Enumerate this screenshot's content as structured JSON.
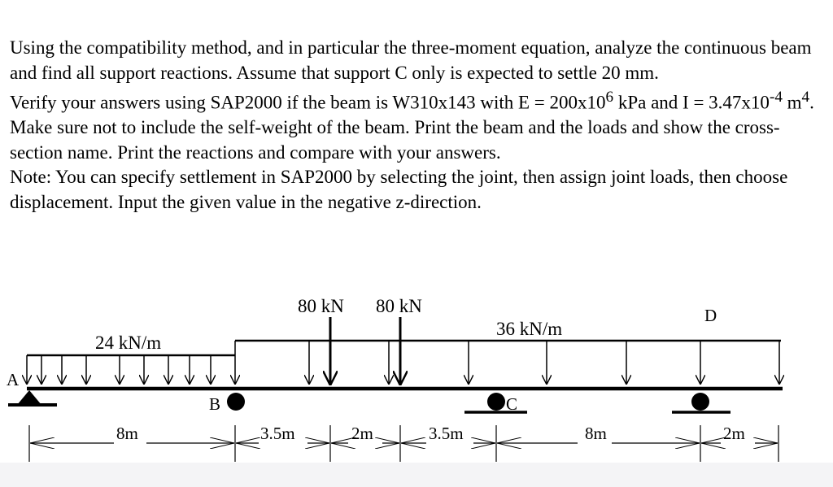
{
  "problem": {
    "paragraph1": "Using the compatibility method, and in particular the three-moment equation, analyze the continuous beam and find all support reactions.  Assume that support C only is expected to settle 20 mm.",
    "paragraph2": {
      "before_e": "Verify your answers using SAP2000 if the beam is W310x143 with E = 200x10",
      "e_exponent": "6",
      "e_unit": " kPa and I = 3.47x10",
      "i_exponent": "-4",
      "i_unit": " m",
      "i_unit_exponent": "4",
      "rest": ".  Make sure not to include the self-weight of the beam.  Print the beam and the loads and show the cross-section name.  Print the reactions and compare with your answers."
    },
    "paragraph3": "Note: You can specify settlement in SAP2000 by selecting the joint, then assign joint loads, then choose displacement.  Input the given value in the negative z-direction."
  },
  "diagram": {
    "loads": {
      "udl_left": "24 kN/m",
      "udl_right": "36 kN/m",
      "point_load_1": "80 kN",
      "point_load_2": "80 kN"
    },
    "supports": {
      "a": "A",
      "b": "B",
      "c": "C",
      "d": "D"
    },
    "dimensions": {
      "ab": "8m",
      "b_p1": "3.5m",
      "p1_p2": "2m",
      "p2_c": "3.5m",
      "cd": "8m",
      "d_end": "2m"
    }
  }
}
